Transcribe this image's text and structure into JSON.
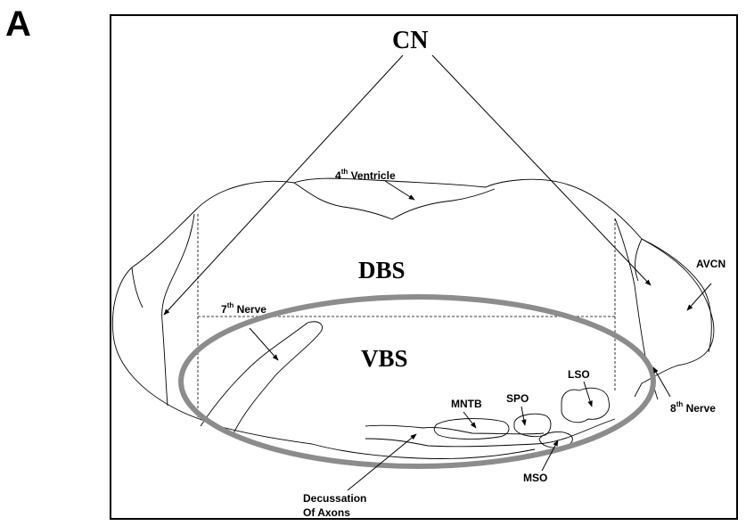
{
  "panel_letter": "A",
  "labels": {
    "cn": "CN",
    "dbs": "DBS",
    "vbs": "VBS",
    "ventricle_main": "4",
    "ventricle_sup": "th",
    "ventricle_rest": " Ventricle",
    "nerve7_main": "7",
    "nerve7_sup": "th",
    "nerve7_rest": " Nerve",
    "nerve8_main": "8",
    "nerve8_sup": "th",
    "nerve8_rest": " Nerve",
    "avcn": "AVCN",
    "lso": "LSO",
    "spo": "SPO",
    "mntb": "MNTB",
    "mso": "MSO",
    "decussation_line1": "Decussation",
    "decussation_line2": "Of Axons"
  },
  "colors": {
    "ellipse": "#8c8c8c",
    "frame": "#000000",
    "outline": "#000000",
    "background": "#ffffff"
  }
}
